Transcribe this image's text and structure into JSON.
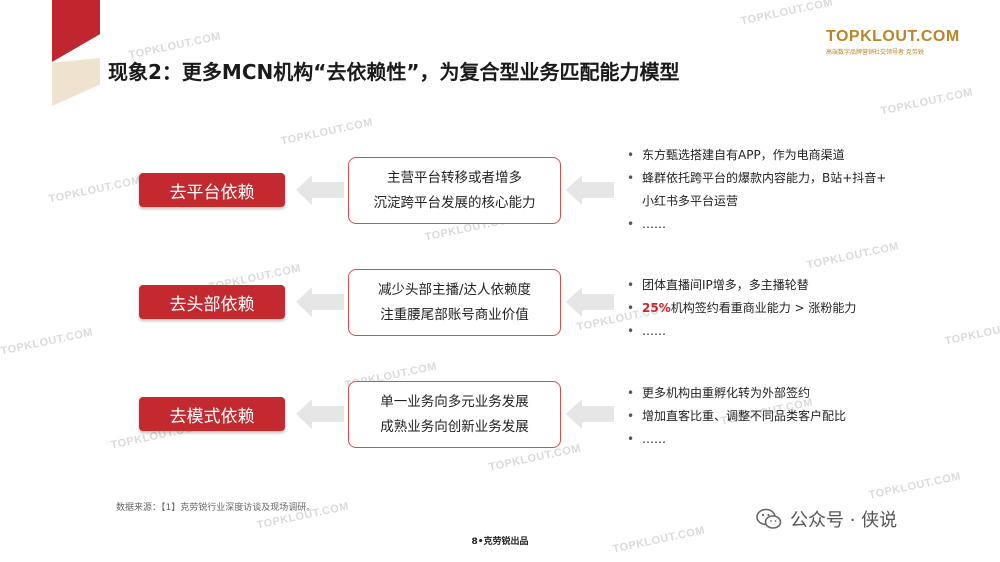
{
  "header": {
    "logo_text": "TOPKLOUT.COM",
    "logo_sub": "高端数字品牌营销社交领导者 克劳锐",
    "title": "现象2：更多MCN机构“去依赖性”，为复合型业务匹配能力模型"
  },
  "rows": [
    {
      "pill": "去平台依赖",
      "box_lines": [
        "主营平台转移或者增多",
        "沉淀跨平台发展的核心能力"
      ],
      "bullets": [
        {
          "text": "东方甄选搭建自有APP，作为电商渠道"
        },
        {
          "text": "蜂群依托跨平台的爆款内容能力，B站+抖音+"
        },
        {
          "text": "小红书多平台运营",
          "continuation": true
        },
        {
          "text": "……"
        }
      ]
    },
    {
      "pill": "去头部依赖",
      "box_lines": [
        "减少头部主播/达人依赖度",
        "注重腰尾部账号商业价值"
      ],
      "bullets": [
        {
          "text": "团体直播间IP增多，多主播轮替"
        },
        {
          "highlight": "25%",
          "text": "机构签约看重商业能力 > 涨粉能力"
        },
        {
          "text": "……"
        }
      ]
    },
    {
      "pill": "去模式依赖",
      "box_lines": [
        "单一业务向多元业务发展",
        "成熟业务向创新业务发展"
      ],
      "bullets": [
        {
          "text": "更多机构由重孵化转为外部签约"
        },
        {
          "text": "增加直客比重、调整不同品类客户配比"
        },
        {
          "text": "……"
        }
      ]
    }
  ],
  "footer": {
    "source": "数据来源：【1】克劳锐行业深度访谈及现场调研。",
    "page": "8•克劳锐出品",
    "wechat": "公众号 · 侠说"
  },
  "watermark": "TOPKLOUT.COM",
  "colors": {
    "accent": "#c22a30",
    "gold": "#b8862a",
    "box_border": "#d94b4b",
    "arrow": "#e6e6e6"
  }
}
